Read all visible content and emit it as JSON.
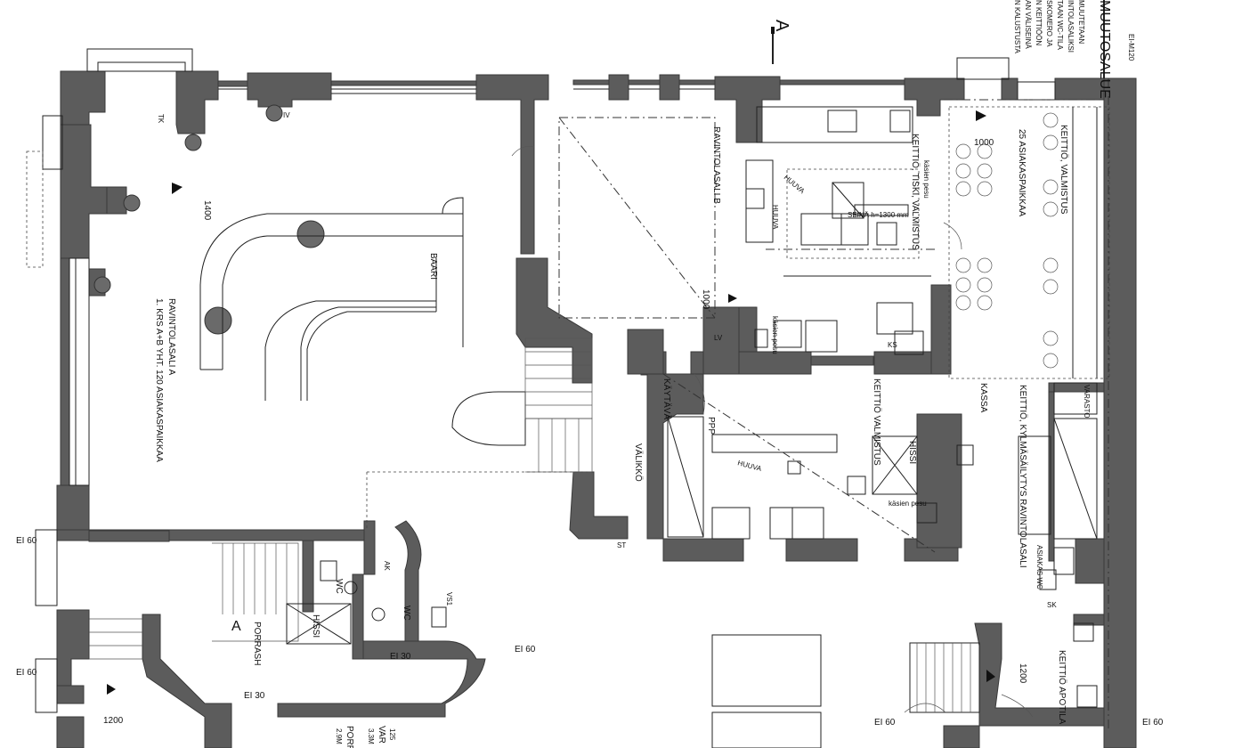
{
  "labels": {
    "section_marker": "A",
    "alteration_zone": "MUUTOSALUE",
    "fire_rating_top": "EI-M120",
    "note_lines": [
      "MUUTETAAN",
      "INTOLASALIKSI",
      "TAAN WC-TILA",
      "SKOMERO JA",
      "N KEITTIÖÖN",
      "AN VÄLISEINÄ",
      "N KALUSTUSTA"
    ],
    "restaurant_b": "RAVINTOLASALI B",
    "kitchen_wash_prep": "KEITTIÖ, TISKI, VALMISTUS",
    "kitchen_cold_service": "KEITTIÖ, VALMISTUS",
    "seats_25": "25 ASIAKASPAIKKAA",
    "hand_wash_1": "käsien pesu",
    "hand_wash_2": "käsien pesu",
    "hand_wash_3": "käsien pesu",
    "wall_height": "SEINÄ h=1300 mm",
    "bar": "BAARI",
    "restaurant_a": "RAVINTOLASALI A",
    "restaurant_a_sub": "1. KRS A+B YHT. 120 ASIAKASPAIKKAA",
    "kitchen_prep": "KEITTIÖ VALMISTUS",
    "cashier": "KASSA",
    "kitchen_cold_restaurant": "KEITTIÖ, KYLMÄSÄILYTYS RAVINTOLASALI",
    "storage": "VARASTO",
    "valikko": "VÄLIKKÖ",
    "kaytava": "KÄYTÄVÄ",
    "ppp": "PPP",
    "huuva_1": "HUUVA",
    "huuva_2": "HUUVA",
    "huuva_3": "HUUVA",
    "lift_1": "HISSI",
    "lift_2": "HISSI",
    "stair_a": "PORRASH",
    "stair_a_letter": "A",
    "wc_1": "WC",
    "wc_2": "WC",
    "ak": "AK",
    "vs1": "VS1",
    "kitchen_pantry": "KEITTIÖ APOTILA",
    "customer_wc": "ASIAKAS WC",
    "sk": "SK",
    "ks": "KS",
    "lv": "LV",
    "iv": "IV",
    "tk": "TK",
    "st": "ST",
    "ei60": "EI 60",
    "ei30": "EI 30",
    "dim_1000_a": "1000",
    "dim_1000_b": "1000",
    "dim_1400": "1400",
    "dim_1200_a": "1200",
    "dim_1200_b": "1200",
    "bottom_porr": "PORR",
    "bottom_var": "VAR",
    "bottom_3": "3.3M",
    "bottom_125": "125",
    "bottom_29": "2.9M"
  }
}
